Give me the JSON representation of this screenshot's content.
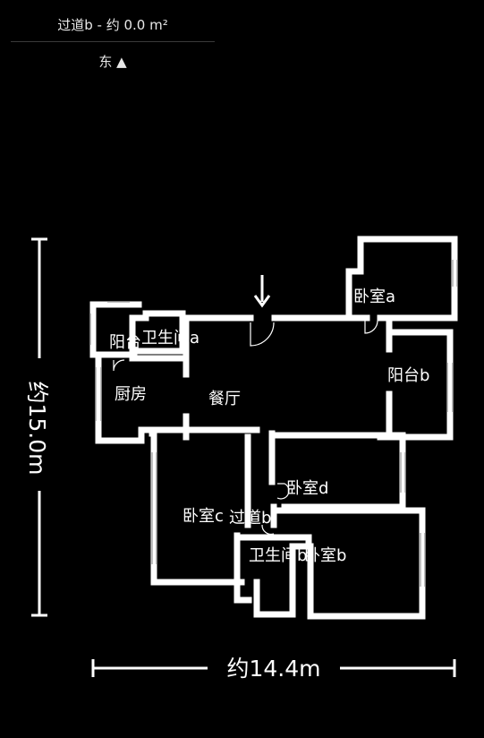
{
  "header": {
    "title": "过道b - 约 0.0 m²",
    "orientation": "东 ▲"
  },
  "rooms": {
    "bedroom_a": "卧室a",
    "balcony_a": "阳台",
    "bathroom_a": "卫生间a",
    "balcony_b": "阳台b",
    "kitchen": "厨房",
    "dining": "餐厅",
    "bedroom_d": "卧室d",
    "bedroom_c": "卧室c",
    "corridor_b": "过道b",
    "bathroom_b": "卫生间b",
    "bedroom_b": "卧室b"
  },
  "dimensions": {
    "height": "约15.0m",
    "width": "约14.4m"
  }
}
